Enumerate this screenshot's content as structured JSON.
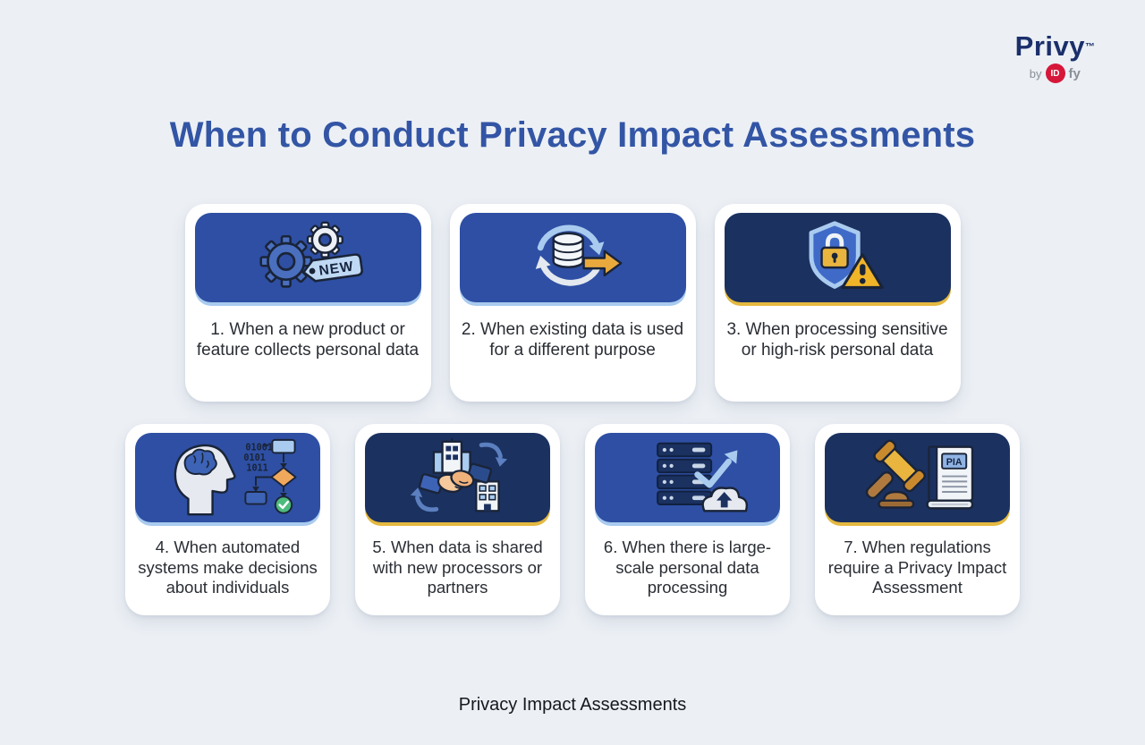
{
  "logo": {
    "brand": "Privy",
    "tm": "™",
    "by": "by",
    "id": "ID",
    "fy": "fy"
  },
  "title": "When to Conduct Privacy Impact Assessments",
  "footer": "Privacy Impact Assessments",
  "colors": {
    "background": "#ECF0F5",
    "title_blue": "#3355A5",
    "header_medium_blue": "#2E4FA3",
    "header_dark_navy": "#1B3160",
    "rim_light_blue": "#A9CBEF",
    "rim_gold": "#E5B93F",
    "card_text": "#2A2E34",
    "logo_navy": "#1B2F6B",
    "logo_red": "#D6173A",
    "icon_gold": "#E9B53E",
    "icon_green": "#4DBB7C"
  },
  "cards": [
    {
      "label": "1. When a new product or feature collects personal data",
      "icon": "new-product-gears-icon",
      "accent": "light-blue",
      "tag": "NEW"
    },
    {
      "label": "2. When existing data is used for a different purpose",
      "icon": "data-reuse-cycle-icon",
      "accent": "light-blue"
    },
    {
      "label": "3. When processing sensitive or high-risk personal data",
      "icon": "shield-lock-warning-icon",
      "accent": "gold"
    },
    {
      "label": "4. When automated systems make decisions about individuals",
      "icon": "automated-decision-icon",
      "accent": "light-blue",
      "binary": [
        "01001",
        "0101",
        "1011"
      ]
    },
    {
      "label": "5. When data is shared with new processors or partners",
      "icon": "partners-handshake-icon",
      "accent": "gold"
    },
    {
      "label": "6. When there is large-scale personal data processing",
      "icon": "server-scale-icon",
      "accent": "light-blue"
    },
    {
      "label": "7. When regulations require a Privacy Impact Assessment",
      "icon": "gavel-pia-book-icon",
      "accent": "gold",
      "book_label": "PIA"
    }
  ]
}
